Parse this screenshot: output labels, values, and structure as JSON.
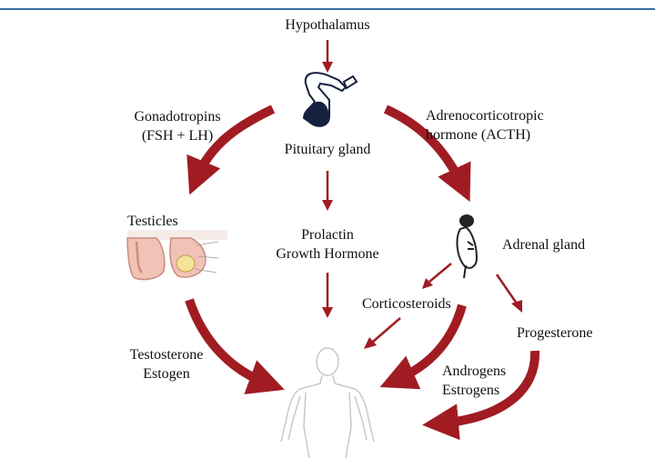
{
  "title": "Hypothalamus",
  "colors": {
    "arrow": "#a01c22",
    "header_line": "#3a6ea5",
    "pituitary": "#14213f",
    "body_outline": "#c8c8c8"
  },
  "nodes": {
    "pituitary": "Pituitary gland",
    "testicles": "Testicles",
    "adrenal": "Adrenal gland",
    "corticosteroids": "Corticosteroids",
    "progesterone": "Progesterone"
  },
  "edges": {
    "gonadotropins": [
      "Gonadotropins",
      "(FSH + LH)"
    ],
    "acth": [
      "Adrenocorticotropic",
      "hormone (ACTH)"
    ],
    "prolactin": [
      "Prolactin",
      "Growth Hormone"
    ],
    "testosterone": [
      "Testosterone",
      "Estogen"
    ],
    "androgens": [
      "Androgens",
      "Estrogens"
    ]
  },
  "icons": [
    "pituitary-gland-icon",
    "testicles-illustration",
    "adrenal-kidney-icon",
    "human-body-outline"
  ]
}
